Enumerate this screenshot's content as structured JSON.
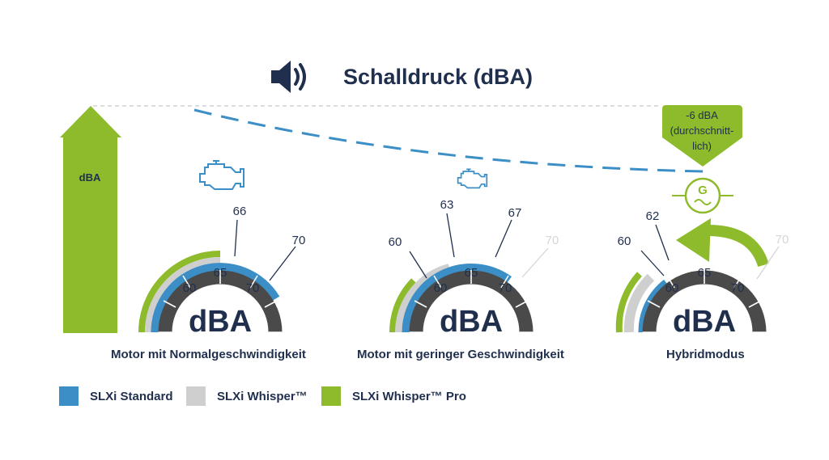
{
  "header": {
    "title": "Schalldruck (dBA)",
    "icon": "speaker-icon"
  },
  "axis_arrow": {
    "label": "dBA"
  },
  "callout": {
    "lines": [
      "-6 dBA",
      "(durchschnitt-",
      "lich)"
    ]
  },
  "generator": {
    "letter": "G",
    "icon": "generator-icon"
  },
  "colors": {
    "standard": "#3b8fc6",
    "whisper": "#cfcfcf",
    "pro": "#8dbb2b",
    "dial": "#4a4a4a",
    "text": "#1f2f4d",
    "faded": "#d6d6d6"
  },
  "gauges": [
    {
      "label": "Motor mit Normalgeschwindigkeit",
      "icon": "engine-icon",
      "unit": "dBA",
      "scale": [
        "60",
        "65",
        "70"
      ],
      "callouts": [
        "66",
        "70"
      ]
    },
    {
      "label": "Motor mit geringer Geschwindigkeit",
      "icon": "engine-icon",
      "unit": "dBA",
      "scale": [
        "60",
        "65",
        "70"
      ],
      "callouts": [
        "60",
        "63",
        "67",
        "70"
      ]
    },
    {
      "label": "Hybridmodus",
      "icon": "generator-icon",
      "unit": "dBA",
      "scale": [
        "60",
        "65",
        "70"
      ],
      "callouts": [
        "60",
        "62",
        "70"
      ]
    }
  ],
  "legend": [
    {
      "label": "SLXi Standard",
      "color": "#3b8fc6"
    },
    {
      "label": "SLXi Whisper™",
      "color": "#cfcfcf"
    },
    {
      "label": "SLXi Whisper™ Pro",
      "color": "#8dbb2b"
    }
  ]
}
